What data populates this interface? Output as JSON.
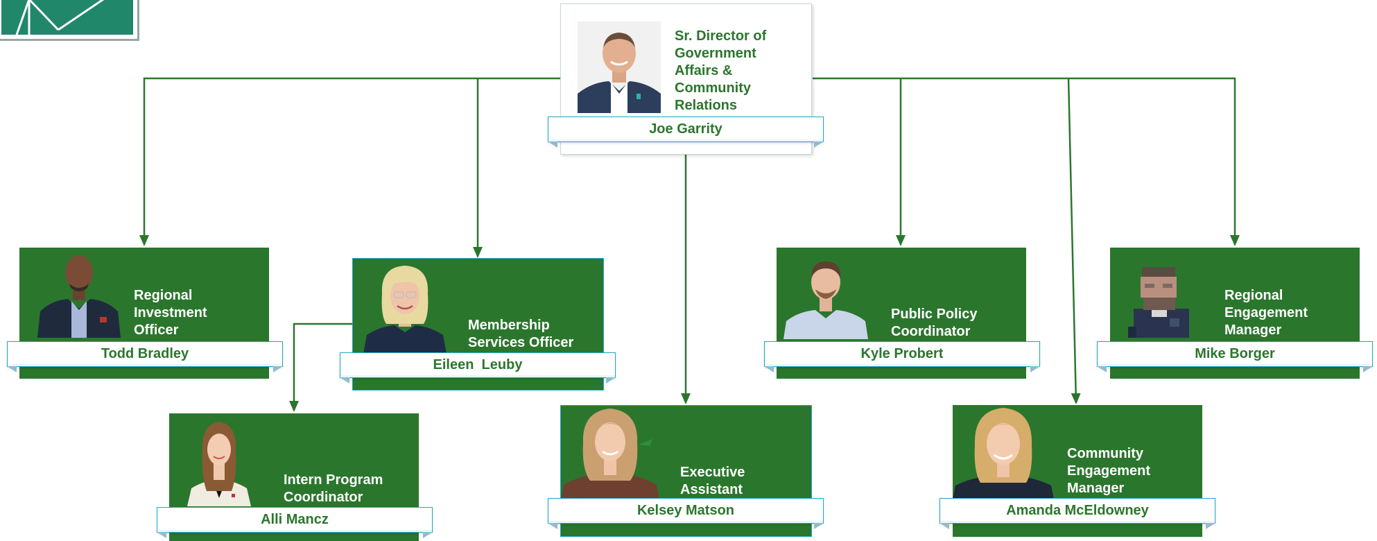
{
  "colors": {
    "brand_green": "#2b762d",
    "accent_teal": "#1ba7c9",
    "logo_green": "#21876b"
  },
  "logo": {
    "icon": "building-geometric-logo"
  },
  "top": {
    "title_lines": [
      "Sr. Director of",
      "Government",
      "Affairs &",
      "Community",
      "Relations"
    ],
    "name": "Joe Garrity"
  },
  "staff": [
    {
      "title_lines": [
        "Regional",
        "Investment",
        "Officer"
      ],
      "name": "Todd Bradley"
    },
    {
      "title_lines": [
        "Membership",
        "Services Officer"
      ],
      "name": "Eileen  Leuby"
    },
    {
      "title_lines": [
        "Public Policy",
        "Coordinator"
      ],
      "name": "Kyle Probert"
    },
    {
      "title_lines": [
        "Regional",
        "Engagement",
        "Manager"
      ],
      "name": "Mike Borger"
    },
    {
      "title_lines": [
        "Intern Program",
        "Coordinator"
      ],
      "name": "Alli Mancz"
    },
    {
      "title_lines": [
        "Executive",
        "Assistant"
      ],
      "name": "Kelsey Matson"
    },
    {
      "title_lines": [
        "Community",
        "Engagement",
        "Manager"
      ],
      "name": "Amanda McEldowney"
    }
  ]
}
